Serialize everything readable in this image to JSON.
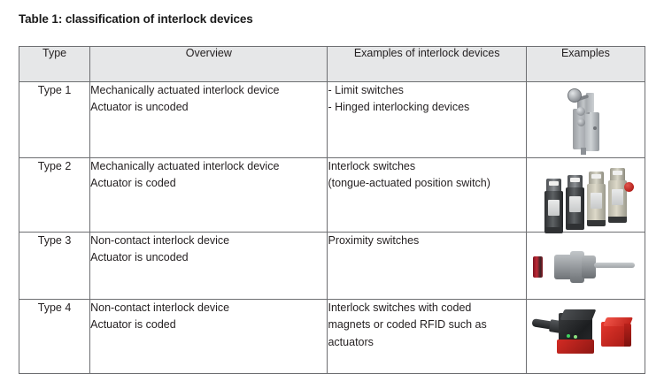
{
  "caption": "Table 1: classification of interlock devices",
  "table": {
    "headers": [
      "Type",
      "Overview",
      "Examples of interlock devices",
      "Examples"
    ],
    "rows": [
      {
        "type": "Type 1",
        "overview": [
          "Mechanically actuated interlock device",
          "Actuator is uncoded"
        ],
        "devices": [
          "- Limit switches",
          "- Hinged interlocking devices"
        ],
        "example_image": "limit-switch-with-roller-lever"
      },
      {
        "type": "Type 2",
        "overview": [
          "Mechanically actuated interlock device",
          "Actuator is coded"
        ],
        "devices": [
          "Interlock switches",
          "(tongue-actuated position switch)"
        ],
        "example_image": "tongue-actuated-interlock-switches"
      },
      {
        "type": "Type 3",
        "overview": [
          "Non-contact interlock device",
          "Actuator is uncoded"
        ],
        "devices": [
          "Proximity switches"
        ],
        "example_image": "proximity-switch-with-magnet"
      },
      {
        "type": "Type 4",
        "overview": [
          "Non-contact interlock device",
          "Actuator is coded"
        ],
        "devices": [
          "Interlock switches with coded",
          "magnets or coded RFID such as",
          "actuators"
        ],
        "example_image": "rfid-coded-safety-switch-with-actuator"
      }
    ]
  },
  "colors": {
    "header_fill": "#e6e7e8",
    "border": "#6d6e71",
    "text": "#231f20",
    "accent_red": "#c0221c"
  }
}
